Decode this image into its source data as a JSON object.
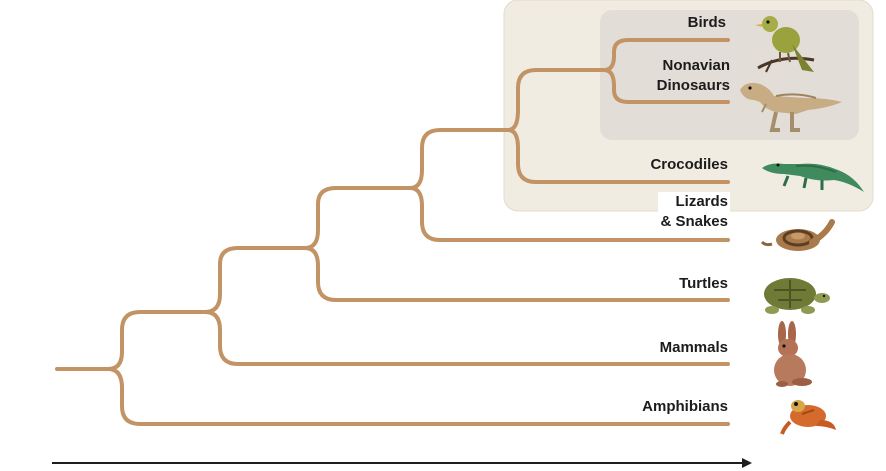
{
  "colors": {
    "branch": "#c29365",
    "outer_box": "#f1ece1",
    "outer_box_border": "#e2dccd",
    "inner_box": "#e3ddd7",
    "axis": "#1e1e1e"
  },
  "taxa": [
    {
      "id": "birds",
      "lines": [
        "Birds"
      ],
      "icon": "bird-icon"
    },
    {
      "id": "nonavian-dinosaurs",
      "lines": [
        "Nonavian",
        "Dinosaurs"
      ],
      "icon": "dinosaur-icon"
    },
    {
      "id": "crocodiles",
      "lines": [
        "Crocodiles"
      ],
      "icon": "crocodile-icon"
    },
    {
      "id": "lizards-snakes",
      "lines": [
        "Lizards",
        "& Snakes"
      ],
      "icon": "snake-icon"
    },
    {
      "id": "turtles",
      "lines": [
        "Turtles"
      ],
      "icon": "turtle-icon"
    },
    {
      "id": "mammals",
      "lines": [
        "Mammals"
      ],
      "icon": "rabbit-icon"
    },
    {
      "id": "amphibians",
      "lines": [
        "Amphibians"
      ],
      "icon": "frog-icon"
    }
  ],
  "highlight_groups": [
    {
      "id": "reptile-clade-box",
      "members": [
        "birds",
        "nonavian-dinosaurs",
        "crocodiles"
      ]
    },
    {
      "id": "dinosaur-clade-box",
      "members": [
        "birds",
        "nonavian-dinosaurs"
      ]
    }
  ]
}
